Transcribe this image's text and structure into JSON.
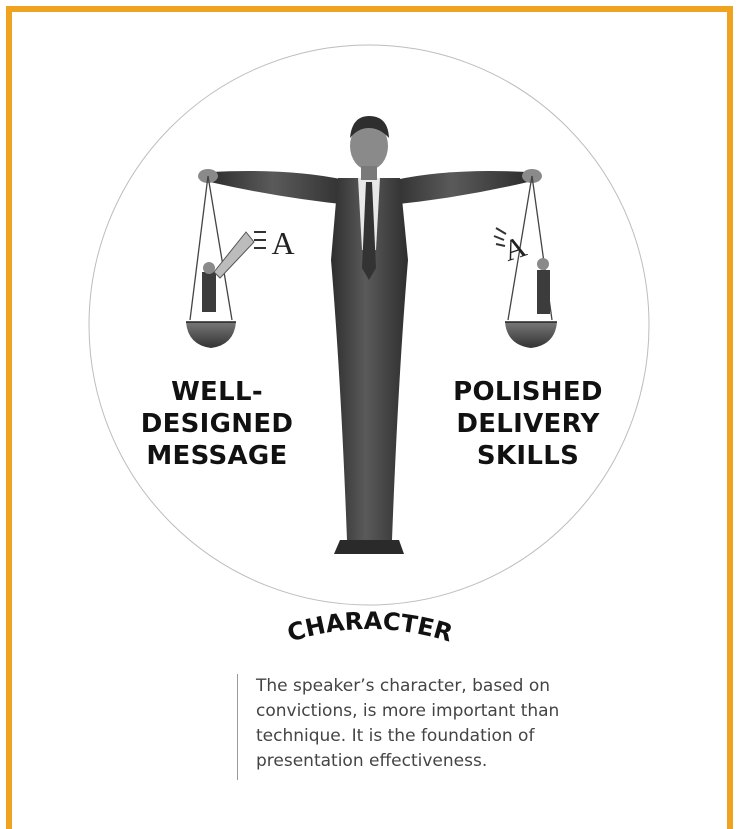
{
  "labels": {
    "left": [
      "WELL-",
      "DESIGNED",
      "MESSAGE"
    ],
    "right": [
      "POLISHED",
      "DELIVERY",
      "SKILLS"
    ],
    "base": "CHARACTER"
  },
  "icons": {
    "left_pan_letter": "A",
    "right_pan_letter": "A"
  },
  "caption": {
    "lines": [
      "The speaker’s character, based on",
      "convictions, is more important than",
      "technique. It is the foundation of",
      "presentation effectiveness."
    ]
  },
  "colors": {
    "frame": "#f0a320",
    "suit": "#4a4a4a",
    "skin": "#8a8a8a",
    "text": "#111111"
  }
}
